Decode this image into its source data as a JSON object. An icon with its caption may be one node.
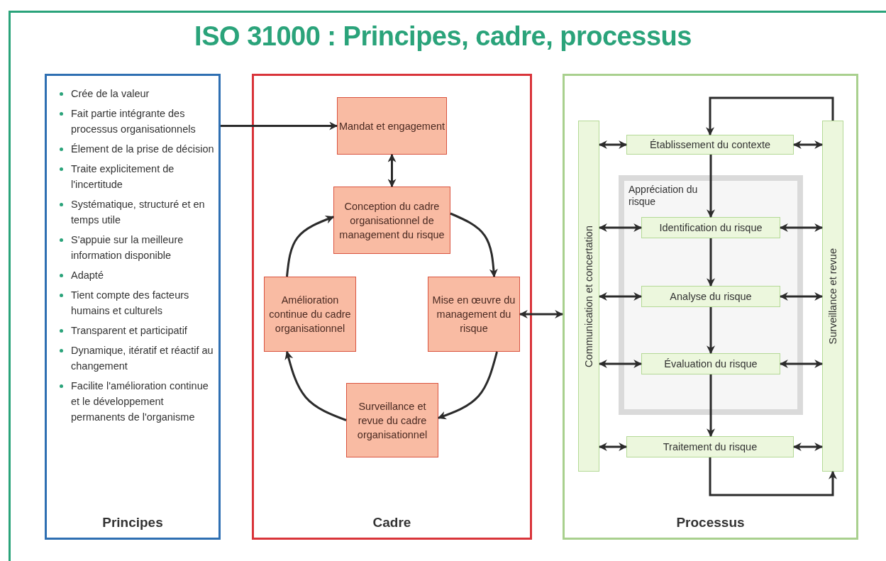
{
  "diagram": {
    "title": "ISO 31000 : Principes, cadre, processus",
    "nodes": [
      {
        "text": [
          "Crée de la valeur",
          "Fait partie intégrante des processus organisationnels",
          "Élement de la prise de décision",
          "Traite explicitement de l'incertitude",
          "Systématique, structuré et en temps utile",
          "S'appuie sur la meilleure information disponible",
          "Adapté",
          "Tient compte des facteurs humains et culturels",
          "Transparent et participatif",
          "Dynamique, itératif et réactif au changement",
          "Facilite l'amélioration continue et le développement permanents de l'organisme",
          "Principes"
        ]
      },
      {
        "text": [
          "Cadre"
        ]
      },
      {
        "text": [
          "Mandat et engagement"
        ],
        "in": 1
      },
      {
        "text": [
          "Conception du cadre organisationnel de management du risque"
        ],
        "in": 1
      },
      {
        "text": [
          "Mise en œuvre du management du risque"
        ],
        "in": 1
      },
      {
        "text": [
          "Surveillance et revue du cadre organisationnel"
        ],
        "in": 1
      },
      {
        "text": [
          "Amélioration continue du cadre organisationnel"
        ],
        "in": 1
      },
      {
        "text": [
          "Processus"
        ]
      },
      {
        "text": [
          "Communication et concertation"
        ],
        "in": 7
      },
      {
        "text": [
          "Établissement du contexte"
        ],
        "in": 7
      },
      {
        "text": [
          "Appréciation du risque"
        ],
        "in": 7
      },
      {
        "text": [
          "Identification du risque"
        ],
        "in": 10
      },
      {
        "text": [
          "Analyse du risque"
        ],
        "in": 10
      },
      {
        "text": [
          "Évaluation du risque"
        ],
        "in": 10
      },
      {
        "text": [
          "Traitement du risque"
        ],
        "in": 7
      },
      {
        "text": [
          "Surveillance et revue"
        ],
        "in": 7
      }
    ],
    "edges": [
      {
        "from": 0,
        "to": 2,
        "arrow": "to"
      },
      {
        "from": 2,
        "to": 3,
        "arrow": "both"
      },
      {
        "from": 3,
        "to": 4,
        "arrow": "to"
      },
      {
        "from": 4,
        "to": 5,
        "arrow": "to"
      },
      {
        "from": 5,
        "to": 6,
        "arrow": "to"
      },
      {
        "from": 6,
        "to": 3,
        "arrow": "to"
      },
      {
        "from": 4,
        "to": 7,
        "arrow": "both"
      },
      {
        "from": 8,
        "to": 9,
        "arrow": "both"
      },
      {
        "from": 8,
        "to": 11,
        "arrow": "both"
      },
      {
        "from": 8,
        "to": 12,
        "arrow": "both"
      },
      {
        "from": 8,
        "to": 13,
        "arrow": "both"
      },
      {
        "from": 8,
        "to": 14,
        "arrow": "both"
      },
      {
        "from": 9,
        "to": 15,
        "arrow": "both"
      },
      {
        "from": 11,
        "to": 15,
        "arrow": "both"
      },
      {
        "from": 12,
        "to": 15,
        "arrow": "both"
      },
      {
        "from": 13,
        "to": 15,
        "arrow": "both"
      },
      {
        "from": 14,
        "to": 15,
        "arrow": "both"
      },
      {
        "from": 15,
        "to": 9,
        "arrow": "to"
      },
      {
        "from": 9,
        "to": 11,
        "arrow": "to"
      },
      {
        "from": 11,
        "to": 12,
        "arrow": "to"
      },
      {
        "from": 12,
        "to": 13,
        "arrow": "to"
      },
      {
        "from": 13,
        "to": 14,
        "arrow": "to"
      },
      {
        "from": 14,
        "to": 15,
        "arrow": "to"
      }
    ]
  }
}
